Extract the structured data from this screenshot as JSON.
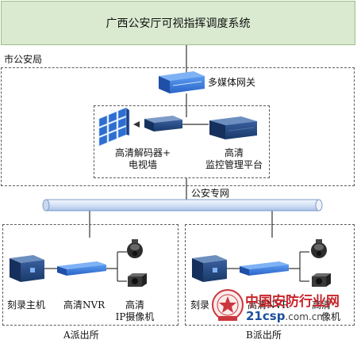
{
  "title": "广西公安厅可视指挥调度系统",
  "city_bureau": {
    "label": "市公安局",
    "gateway_label": "多媒体网关",
    "decoder_label_line1": "高清解码器+",
    "decoder_label_line2": "电视墙",
    "platform_label_line1": "高清",
    "platform_label_line2": "监控管理平台"
  },
  "network": {
    "label": "公安专网"
  },
  "station_a": {
    "label": "A派出所",
    "recorder_label": "刻录主机",
    "nvr_label": "高清NVR",
    "camera_label_line1": "高清",
    "camera_label_line2": "IP摄像机"
  },
  "station_b": {
    "label": "B派出所",
    "recorder_label": "刻录",
    "nvr_label": "高清NVR",
    "camera_label_line1": "高清",
    "camera_label_line2": "像机"
  },
  "watermark": {
    "cn_text": "中国安防行业网",
    "url_text": "21csp",
    "url_suffix": ".com.cn"
  },
  "colors": {
    "title_bg": "#d9ead0",
    "device_blue": "#2c6fd6",
    "pipe_fill": "#dfe9f8",
    "watermark_red": "#c8262d"
  }
}
